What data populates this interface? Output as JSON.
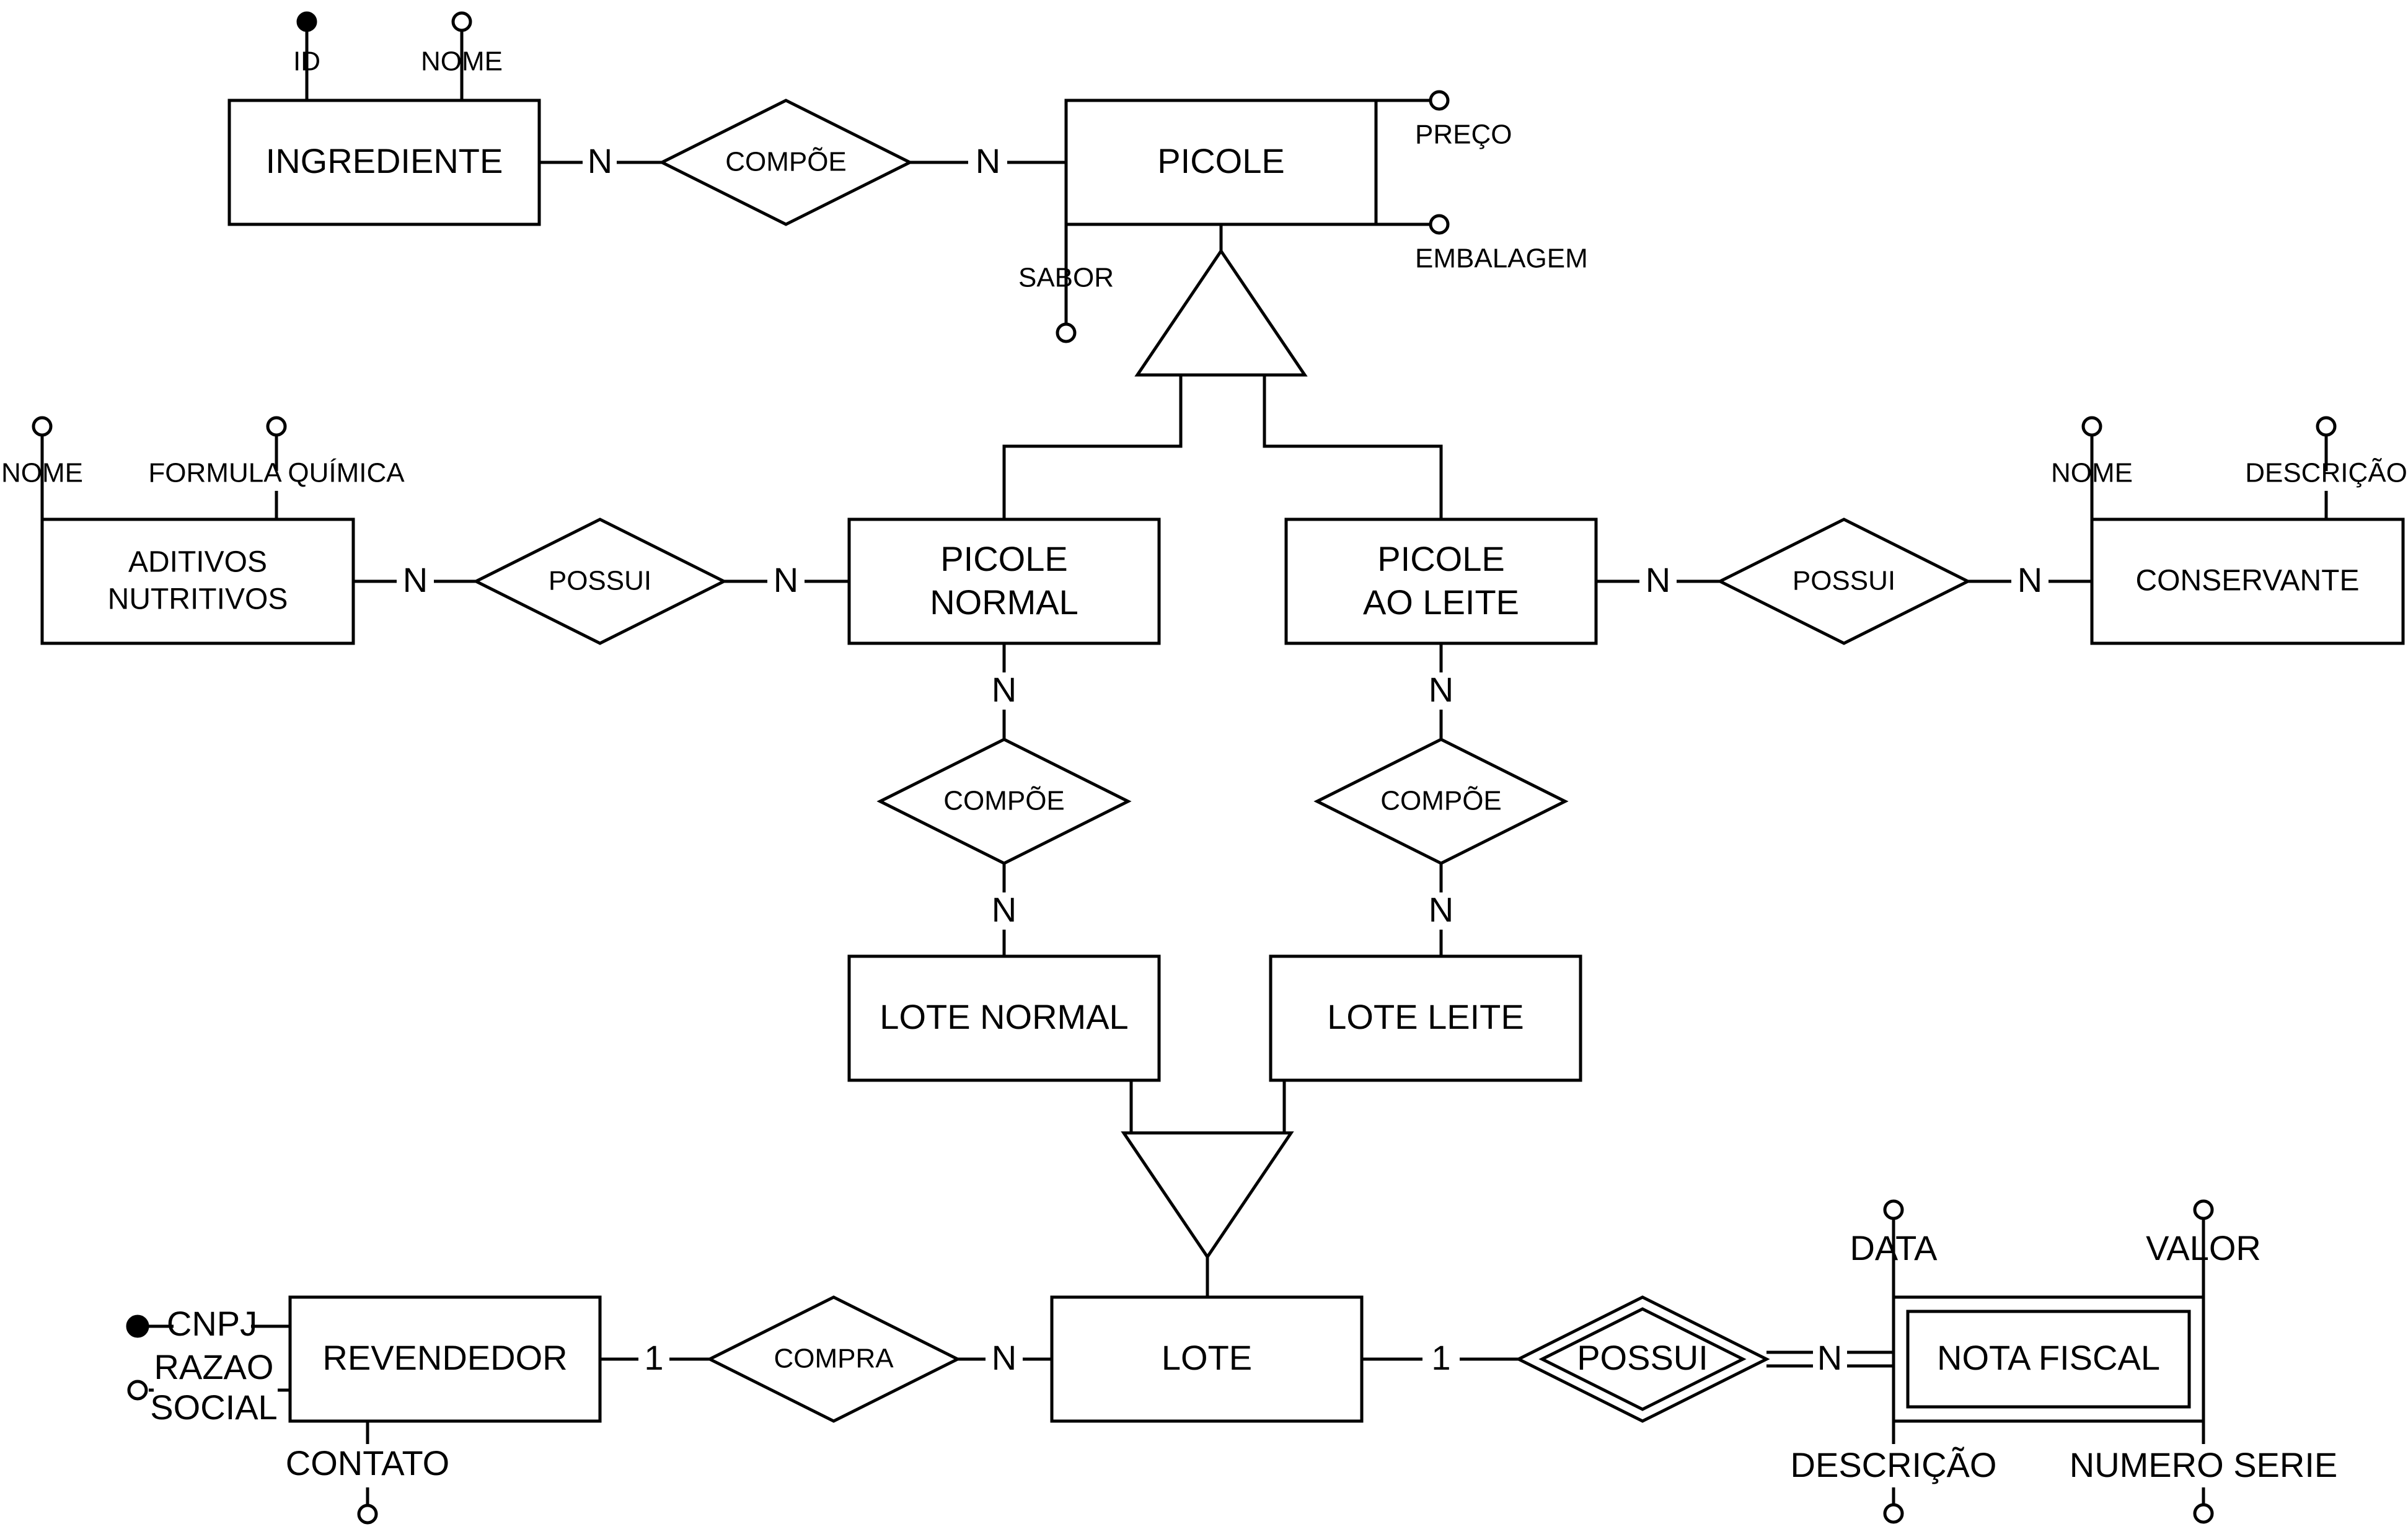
{
  "entities": {
    "ingrediente": "INGREDIENTE",
    "picole": "PICOLE",
    "aditivos_1": "ADITIVOS",
    "aditivos_2": "NUTRITIVOS",
    "picole_normal_1": "PICOLE",
    "picole_normal_2": "NORMAL",
    "picole_leite_1": "PICOLE",
    "picole_leite_2": "AO LEITE",
    "conservante": "CONSERVANTE",
    "lote_normal": "LOTE NORMAL",
    "lote_leite": "LOTE LEITE",
    "revendedor": "REVENDEDOR",
    "lote": "LOTE",
    "nota_fiscal": "NOTA FISCAL"
  },
  "relationships": {
    "compoe_top": "COMPÕE",
    "possui_left": "POSSUI",
    "possui_right": "POSSUI",
    "compoe_normal": "COMPÕE",
    "compoe_leite": "COMPÕE",
    "compra": "COMPRA",
    "possui_nota": "POSSUI"
  },
  "attributes": {
    "ingrediente_id": "ID",
    "ingrediente_nome": "NOME",
    "picole_preco": "PREÇO",
    "picole_embalagem": "EMBALAGEM",
    "picole_sabor": "SABOR",
    "aditivos_nome": "NOME",
    "aditivos_formula": "FORMULA QUÍMICA",
    "conservante_nome": "NOME",
    "conservante_descricao": "DESCRIÇÃO",
    "revendedor_cnpj": "CNPJ",
    "revendedor_razao_1": "RAZAO",
    "revendedor_razao_2": "SOCIAL",
    "revendedor_contato": "CONTATO",
    "nota_data": "DATA",
    "nota_valor": "VALOR",
    "nota_descricao": "DESCRIÇÃO",
    "nota_numero_serie": "NUMERO SERIE"
  },
  "cardinalities": {
    "ingrediente_compoe": "N",
    "compoe_picole": "N",
    "aditivos_possui": "N",
    "possui_picole_normal": "N",
    "picole_leite_possui": "N",
    "possui_conservante": "N",
    "picole_normal_compoe": "N",
    "compoe_lote_normal": "N",
    "picole_leite_compoe": "N",
    "compoe_lote_leite": "N",
    "revendedor_compra": "1",
    "compra_lote": "N",
    "lote_possui": "1",
    "possui_nota": "N"
  }
}
